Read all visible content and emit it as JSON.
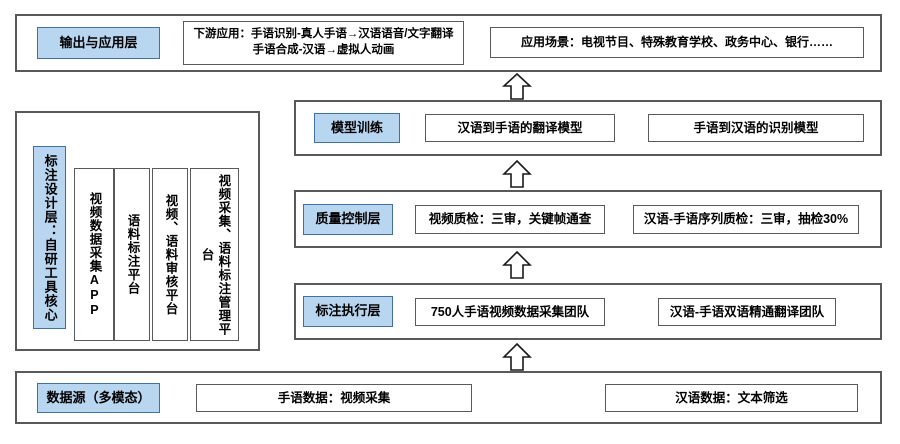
{
  "diagram": {
    "title": "手语数据标注与模型架构分层图",
    "accent_blue": "#b8d6f0",
    "accent_blue_border": "#41719c",
    "box_border": "#5a5a5a",
    "layer_border": "#595959",
    "background": "#ffffff",
    "arrow_icon": "block-arrow-up-icon"
  },
  "layers": [
    {
      "id": "output",
      "label": "输出与应用层",
      "boxes": [
        {
          "text": "下游应用：手语识别-真人手语→汉语语音/文字翻译\n手语合成-汉语→虚拟人动画"
        },
        {
          "text": "应用场景：电视节目、特殊教育学校、政务中心、银行……"
        }
      ]
    },
    {
      "id": "model-training",
      "label": "模型训练",
      "boxes": [
        {
          "text": "汉语到手语的翻译模型"
        },
        {
          "text": "手语到汉语的识别模型"
        }
      ]
    },
    {
      "id": "quality-control",
      "label": "质量控制层",
      "boxes": [
        {
          "text": "视频质检：三审，关键帧通查"
        },
        {
          "text": "汉语-手语序列质检：三审，抽检30%"
        }
      ]
    },
    {
      "id": "annotation-execution",
      "label": "标注执行层",
      "boxes": [
        {
          "text": "750人手语视频数据采集团队"
        },
        {
          "text": "汉语-手语双语精通翻译团队"
        }
      ]
    },
    {
      "id": "data-source",
      "label": "数据源（多模态）",
      "boxes": [
        {
          "text": "手语数据：视频采集"
        },
        {
          "text": "汉语数据：文本筛选"
        }
      ]
    }
  ],
  "design_layer": {
    "label": "标注设计层：自研工具核心",
    "tools": [
      {
        "text": "视频数据采集APP"
      },
      {
        "text": "语料标注平台"
      },
      {
        "text": "视频、语料审核平台"
      },
      {
        "text": "视频采集、语料标注管理平台"
      }
    ]
  }
}
